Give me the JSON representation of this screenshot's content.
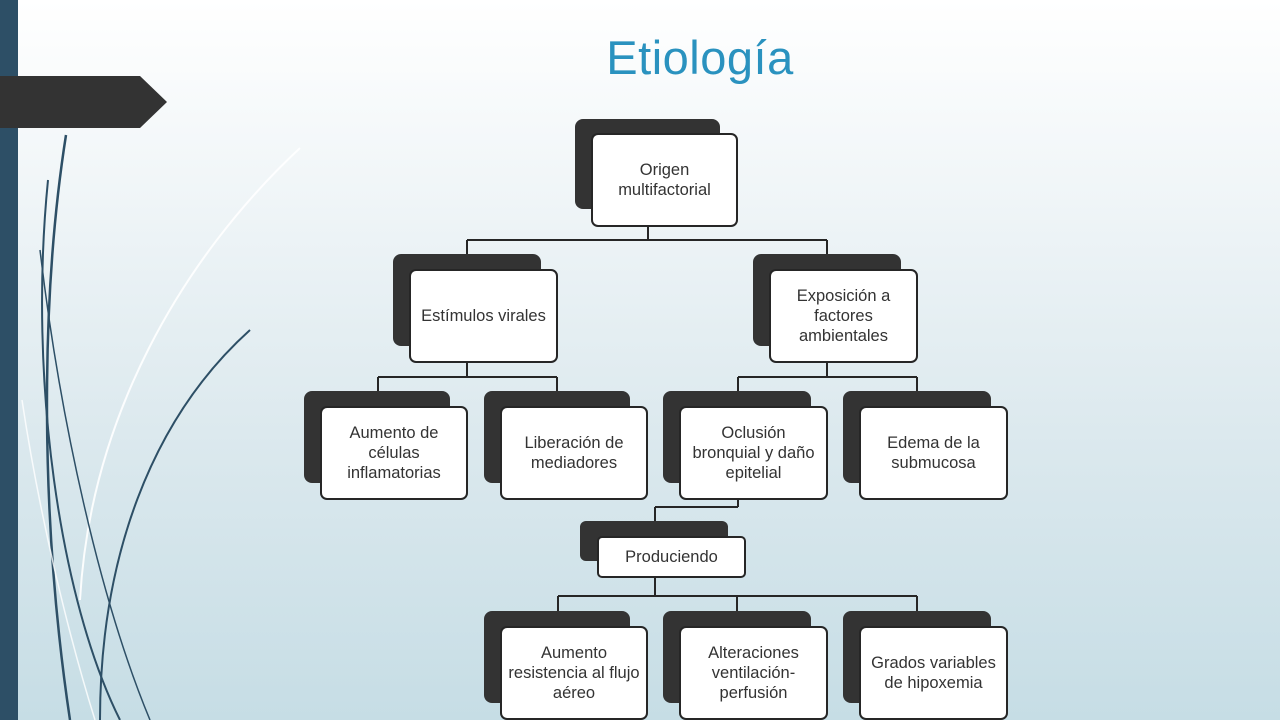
{
  "slide": {
    "title": "Etiología"
  },
  "diagram": {
    "root": "Origen multifactorial",
    "branch_left": "Estímulos virales",
    "branch_right": "Exposición a factores ambientales",
    "left_children": [
      "Aumento de células inflamatorias",
      "Liberación de mediadores"
    ],
    "right_children": [
      "Oclusión bronquial y daño epitelial",
      "Edema de la submucosa"
    ],
    "connector_label": "Produciendo",
    "effects": [
      "Aumento resistencia al flujo aéreo",
      "Alteraciones ventilación-perfusión",
      "Grados variables de hipoxemia"
    ]
  },
  "colors": {
    "title": "#2a92bf",
    "box_back": "#333333",
    "box_front": "#ffffff",
    "lines": "#262626",
    "sidebar": "#2d4f66"
  }
}
